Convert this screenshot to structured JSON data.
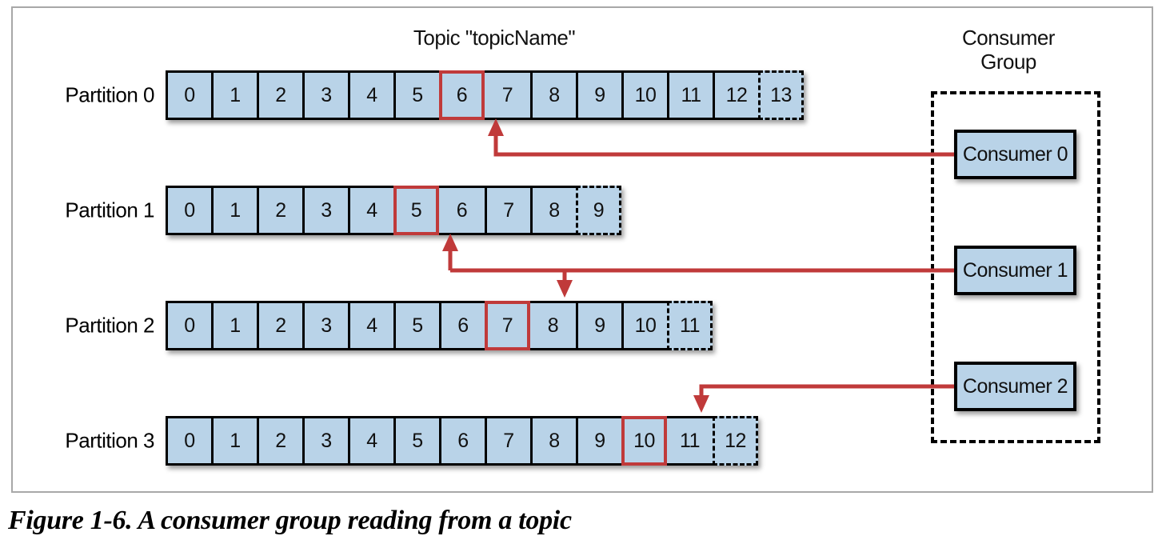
{
  "figure": {
    "topic_title": "Topic \"topicName\"",
    "caption": "Figure 1-6. A consumer group reading from a topic"
  },
  "colors": {
    "cell_fill": "#b9d3e8",
    "cell_border": "#000000",
    "highlight": "#c03a3a",
    "arrow": "#c03a3a",
    "frame": "#a8a8a8"
  },
  "partitions": [
    {
      "label": "Partition 0",
      "offsets": [
        "0",
        "1",
        "2",
        "3",
        "4",
        "5",
        "6",
        "7",
        "8",
        "9",
        "10",
        "11",
        "12",
        "13"
      ],
      "current_offset": "6",
      "highlight_index": 6,
      "next_offset": "13",
      "next_index": 13
    },
    {
      "label": "Partition 1",
      "offsets": [
        "0",
        "1",
        "2",
        "3",
        "4",
        "5",
        "6",
        "7",
        "8",
        "9"
      ],
      "current_offset": "5",
      "highlight_index": 5,
      "next_offset": "9",
      "next_index": 9
    },
    {
      "label": "Partition 2",
      "offsets": [
        "0",
        "1",
        "2",
        "3",
        "4",
        "5",
        "6",
        "7",
        "8",
        "9",
        "10",
        "11"
      ],
      "current_offset": "7",
      "highlight_index": 7,
      "next_offset": "11",
      "next_index": 11
    },
    {
      "label": "Partition 3",
      "offsets": [
        "0",
        "1",
        "2",
        "3",
        "4",
        "5",
        "6",
        "7",
        "8",
        "9",
        "10",
        "11",
        "12"
      ],
      "current_offset": "10",
      "highlight_index": 10,
      "next_offset": "12",
      "next_index": 12
    }
  ],
  "consumer_group": {
    "title_line1": "Consumer",
    "title_line2": "Group",
    "consumers": [
      {
        "label": "Consumer 0",
        "reads": [
          "Partition 0"
        ]
      },
      {
        "label": "Consumer 1",
        "reads": [
          "Partition 1",
          "Partition 2"
        ]
      },
      {
        "label": "Consumer 2",
        "reads": [
          "Partition 3"
        ]
      }
    ]
  }
}
